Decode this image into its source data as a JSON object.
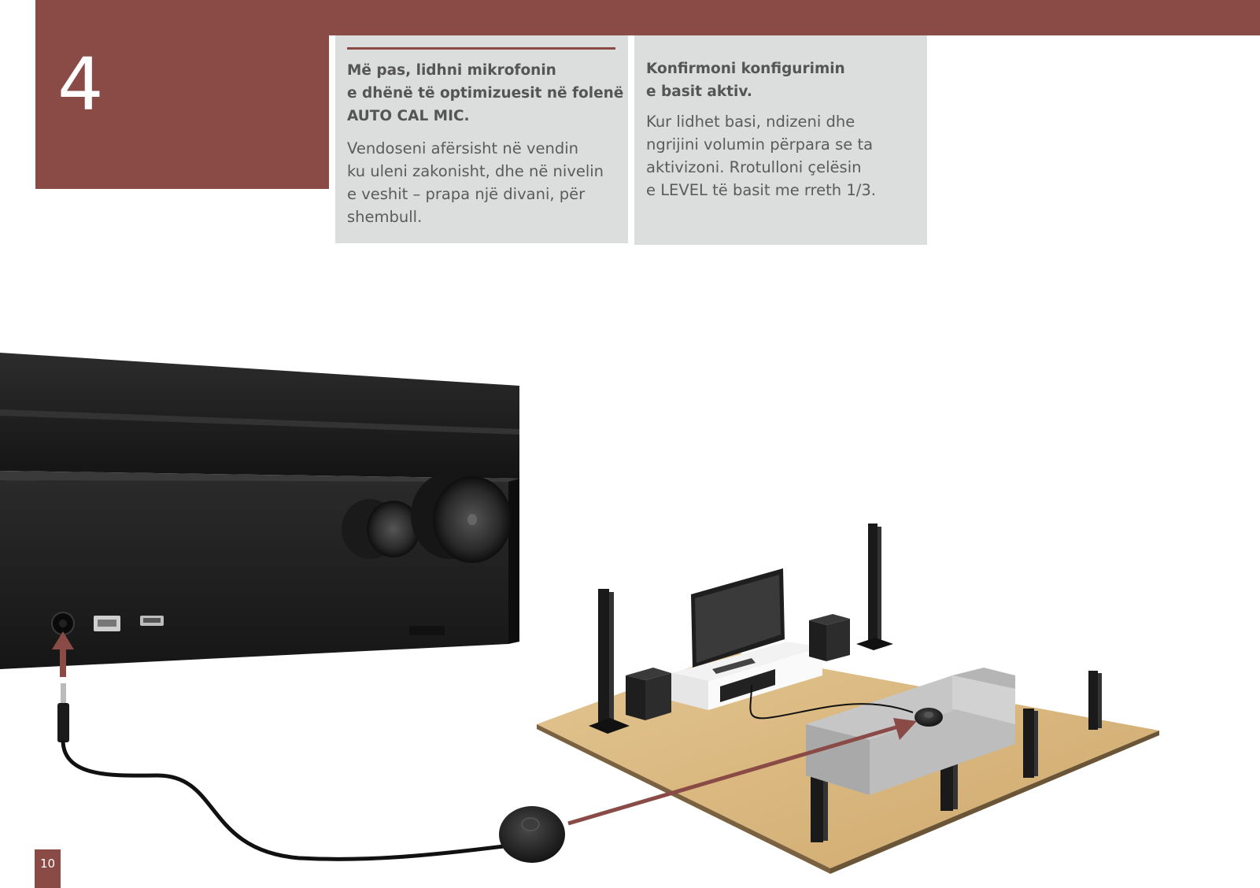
{
  "step": {
    "number": "4"
  },
  "panels": [
    {
      "heading": "Më pas, lidhni mikrofonin\ne dhënë të optimizuesit në folenë\nAUTO CAL MIC.",
      "body": "Vendoseni afërsisht në vendin\nku uleni zakonisht, dhe në nivelin\ne veshit – prapa një divani, për\nshembull."
    },
    {
      "heading": "Konfirmoni konfigurimin\ne basit aktiv.",
      "body": "Kur lidhet basi, ndizeni dhe\nngrijini volumin përpara se ta\naktivizoni. Rrotulloni çelësin\ne LEVEL të basit me rreth 1/3."
    }
  ],
  "page": {
    "number": "10"
  },
  "colors": {
    "accent": "#8a4b47",
    "panel_bg": "#dcdddd",
    "text": "#5b5b5b",
    "floor": "#d9b983"
  },
  "icons": [
    "receiver",
    "volume-knob",
    "headphone-jack",
    "usb-port",
    "hdmi-port",
    "microphone",
    "subwoofer",
    "tower-speaker",
    "tv",
    "sofa",
    "arrow"
  ]
}
